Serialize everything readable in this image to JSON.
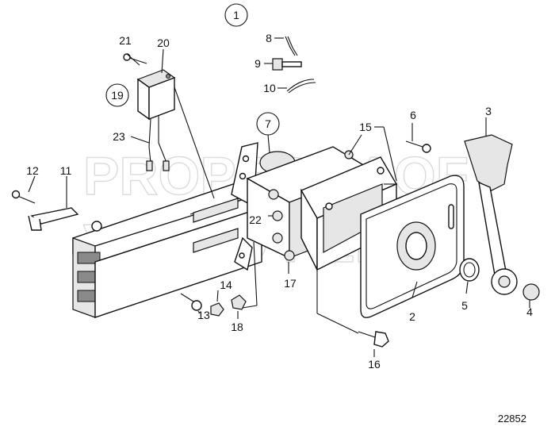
{
  "figure_id": "22852",
  "watermark": [
    "PROPERTY OF",
    "VOLVO PENTA"
  ],
  "callouts": {
    "c1": "1",
    "c2": "2",
    "c3": "3",
    "c4": "4",
    "c5": "5",
    "c6": "6",
    "c7": "7",
    "c8": "8",
    "c9": "9",
    "c10": "10",
    "c11": "11",
    "c12": "12",
    "c13": "13",
    "c14": "14",
    "c15": "15",
    "c16": "16",
    "c17": "17",
    "c18": "18",
    "c19": "19",
    "c20": "20",
    "c21": "21",
    "c22": "22",
    "c23": "23"
  }
}
